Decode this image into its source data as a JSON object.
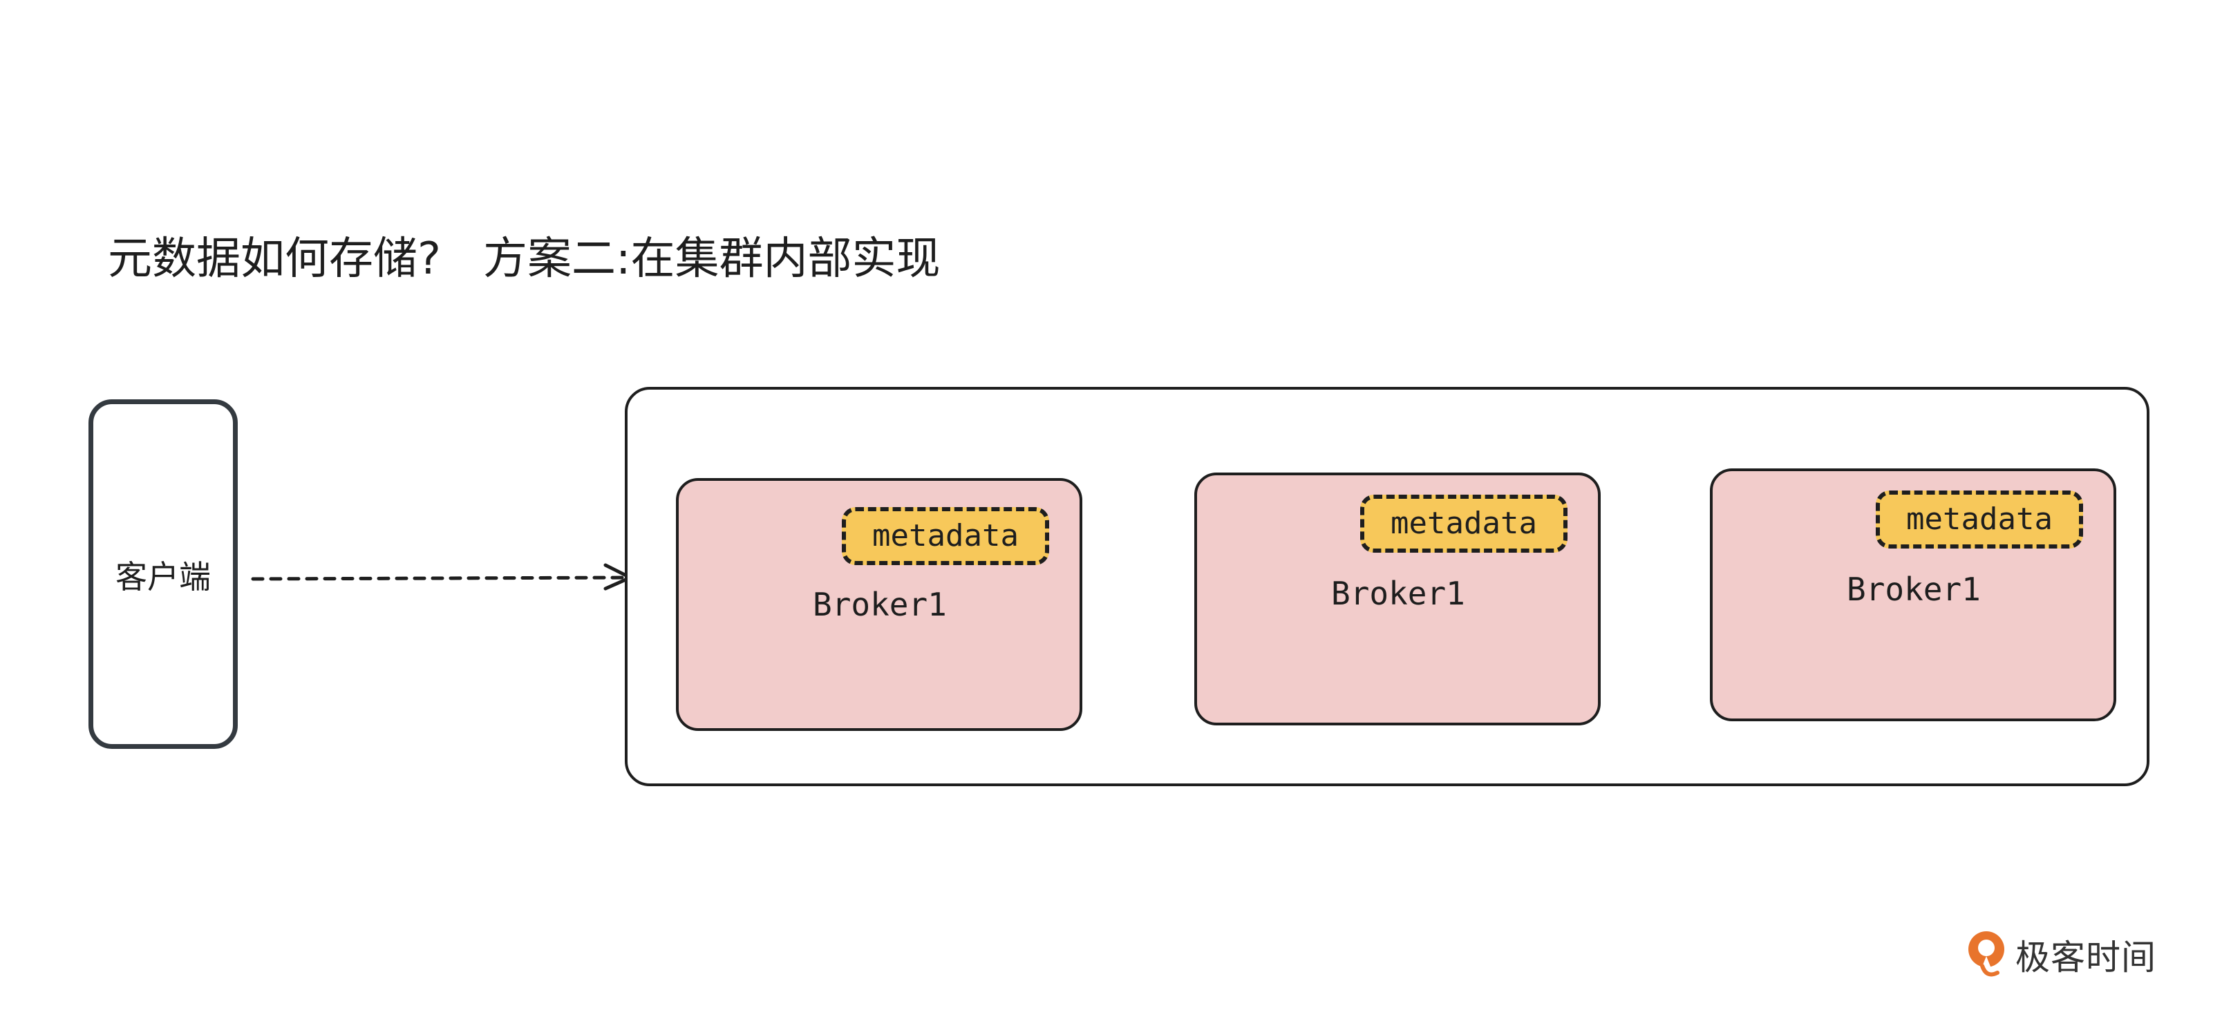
{
  "title": "元数据如何存储?   方案二:在集群内部实现",
  "client": {
    "label": "客户端"
  },
  "brokers": [
    {
      "label": "Broker1",
      "metadata": "metadata"
    },
    {
      "label": "Broker1",
      "metadata": "metadata"
    },
    {
      "label": "Broker1",
      "metadata": "metadata"
    }
  ],
  "logo": {
    "text": "极客时间",
    "icon": "geektime-logo-icon",
    "color": "#e8742c"
  },
  "colors": {
    "broker_fill": "#f2cccb",
    "metadata_fill": "#f7c85a",
    "stroke": "#1e1e1e"
  }
}
